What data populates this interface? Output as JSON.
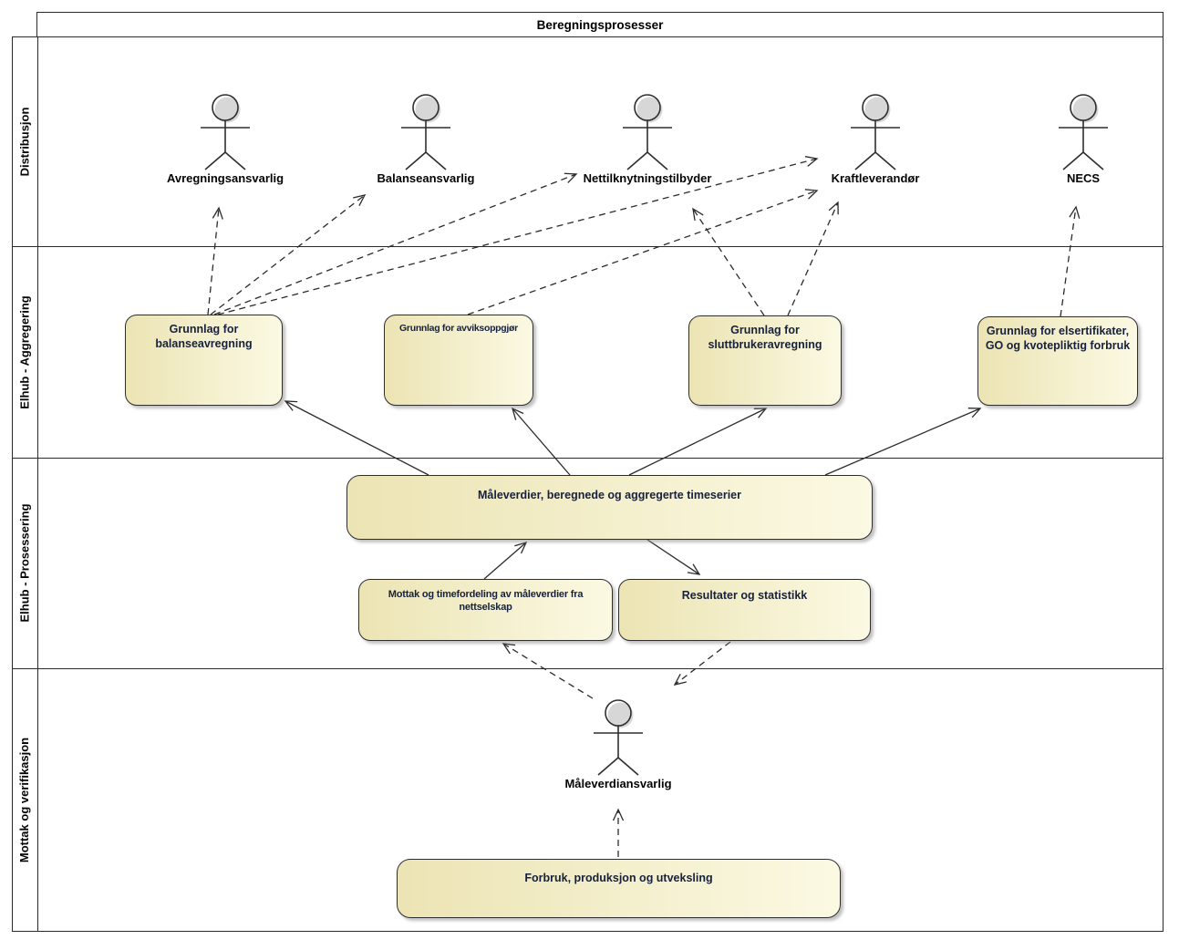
{
  "diagram": {
    "title": "Beregningsprosesser",
    "lanes": [
      {
        "label": "Distribusjon"
      },
      {
        "label": "Elhub - Aggregering"
      },
      {
        "label": "Elhub - Prosessering"
      },
      {
        "label": "Mottak og verifikasjon"
      }
    ],
    "actors": [
      {
        "label": "Avregningsansvarlig",
        "lane": "Distribusjon"
      },
      {
        "label": "Balanseansvarlig",
        "lane": "Distribusjon"
      },
      {
        "label": "Nettilknytningstilbyder",
        "lane": "Distribusjon"
      },
      {
        "label": "Kraftleverandør",
        "lane": "Distribusjon"
      },
      {
        "label": "NECS",
        "lane": "Distribusjon"
      },
      {
        "label": "Måleverdiansvarlig",
        "lane": "Mottak og verifikasjon"
      }
    ],
    "processes": [
      {
        "label": "Grunnlag for balanseavregning",
        "lane": "Elhub - Aggregering"
      },
      {
        "label": "Grunnlag for avviksoppgjør",
        "lane": "Elhub - Aggregering"
      },
      {
        "label": "Grunnlag for sluttbrukeravregning",
        "lane": "Elhub - Aggregering"
      },
      {
        "label": "Grunnlag for elsertifikater, GO og kvotepliktig forbruk",
        "lane": "Elhub - Aggregering"
      },
      {
        "label": "Måleverdier, beregnede og aggregerte timeserier",
        "lane": "Elhub - Prosessering"
      },
      {
        "label": "Mottak og timefordeling av måleverdier fra nettselskap",
        "lane": "Elhub - Prosessering"
      },
      {
        "label": "Resultater og statistikk",
        "lane": "Elhub - Prosessering"
      },
      {
        "label": "Forbruk, produksjon og utveksling",
        "lane": "Mottak og verifikasjon"
      }
    ],
    "edges": [
      {
        "from": "Grunnlag for balanseavregning",
        "to": "Avregningsansvarlig",
        "style": "dashed"
      },
      {
        "from": "Grunnlag for balanseavregning",
        "to": "Balanseansvarlig",
        "style": "dashed"
      },
      {
        "from": "Grunnlag for balanseavregning",
        "to": "Nettilknytningstilbyder",
        "style": "dashed"
      },
      {
        "from": "Grunnlag for balanseavregning",
        "to": "Kraftleverandør",
        "style": "dashed"
      },
      {
        "from": "Grunnlag for avviksoppgjør",
        "to": "Kraftleverandør",
        "style": "dashed"
      },
      {
        "from": "Grunnlag for sluttbrukeravregning",
        "to": "Nettilknytningstilbyder",
        "style": "dashed"
      },
      {
        "from": "Grunnlag for sluttbrukeravregning",
        "to": "Kraftleverandør",
        "style": "dashed"
      },
      {
        "from": "Grunnlag for elsertifikater, GO og kvotepliktig forbruk",
        "to": "NECS",
        "style": "dashed"
      },
      {
        "from": "Måleverdier, beregnede og aggregerte timeserier",
        "to": "Grunnlag for balanseavregning",
        "style": "solid"
      },
      {
        "from": "Måleverdier, beregnede og aggregerte timeserier",
        "to": "Grunnlag for avviksoppgjør",
        "style": "solid"
      },
      {
        "from": "Måleverdier, beregnede og aggregerte timeserier",
        "to": "Grunnlag for sluttbrukeravregning",
        "style": "solid"
      },
      {
        "from": "Måleverdier, beregnede og aggregerte timeserier",
        "to": "Grunnlag for elsertifikater, GO og kvotepliktig forbruk",
        "style": "solid"
      },
      {
        "from": "Mottak og timefordeling av måleverdier fra nettselskap",
        "to": "Måleverdier, beregnede og aggregerte timeserier",
        "style": "solid"
      },
      {
        "from": "Måleverdier, beregnede og aggregerte timeserier",
        "to": "Resultater og statistikk",
        "style": "solid"
      },
      {
        "from": "Måleverdiansvarlig",
        "to": "Mottak og timefordeling av måleverdier fra nettselskap",
        "style": "dashed"
      },
      {
        "from": "Resultater og statistikk",
        "to": "Måleverdiansvarlig",
        "style": "dashed"
      },
      {
        "from": "Forbruk, produksjon og utveksling",
        "to": "Måleverdiansvarlig",
        "style": "dashed"
      }
    ],
    "colors": {
      "process_fill_left": "#ECE4B4",
      "process_fill_right": "#FBF9E3",
      "actor_head_fill": "#F3D2A2",
      "line": "#2B2B2B",
      "background": "#FFFFFF"
    }
  }
}
